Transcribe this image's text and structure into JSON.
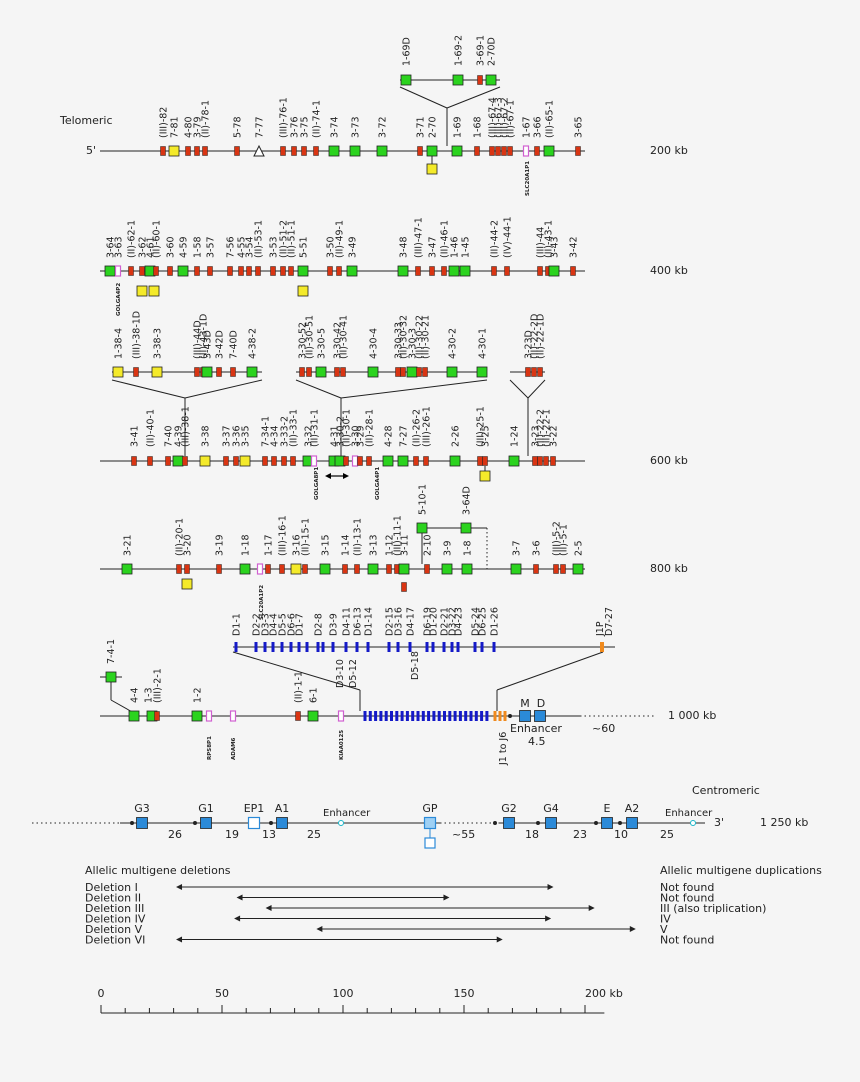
{
  "labels": {
    "telomeric": "Telomeric",
    "centromeric": "Centromeric",
    "five_prime": "5'",
    "three_prime": "3'",
    "tilde_60": "~60",
    "tilde_55": "~55",
    "enhancer": "Enhancer",
    "enhancer_value": "4.5",
    "j1_to_j6": "J1 to J6",
    "d5_18": "D5-18"
  },
  "kb_labels": [
    "200 kb",
    "400 kb",
    "600 kb",
    "800 kb",
    "1 000 kb",
    "1 250 kb"
  ],
  "row1": {
    "v_genes": [
      "(III)-82",
      "7-81",
      "4-80",
      "3-79",
      "(II)-78-1",
      "5-78",
      "7-77",
      "(III)-76-1",
      "3-76",
      "3-75",
      "(II)-74-1",
      "3-74",
      "3-73",
      "3-72",
      "3-71",
      "2-70",
      "1-69",
      "1-68",
      "(III)-67-4",
      "(III)-67-3",
      "(III)-67-2",
      "(II)-67-1",
      "1-67",
      "3-66",
      "(II)-65-1",
      "3-65"
    ],
    "insert": [
      "1-69D",
      "1-69-2",
      "3-69-1",
      "2-70D"
    ],
    "pseudo_label": "SLC20A1P1"
  },
  "row2": {
    "v_genes": [
      "3-64",
      "3-63",
      "(II)-62-1",
      "3-62",
      "4-61",
      "(II)-60-1",
      "3-60",
      "4-59",
      "1-58",
      "3-57",
      "7-56",
      "4-55",
      "3-54",
      "(II)-53-1",
      "3-53",
      "(II)-51-2",
      "(II)-51-1",
      "5-51",
      "3-50",
      "(II)-49-1",
      "3-49",
      "3-48",
      "(III)-47-1",
      "3-47",
      "(II)-46-1",
      "1-46",
      "1-45",
      "(II)-44-2",
      "(IV)-44-1",
      "(III)-44",
      "(II)-43-1",
      "3-43",
      "3-42"
    ],
    "pseudo_label": "GOLGA4P2"
  },
  "row3": {
    "v_genes": [
      "3-41",
      "(II)-40-1",
      "7-40",
      "4-39",
      "(III)-38-1",
      "3-38",
      "3-37",
      "3-36",
      "3-35",
      "7-34-1",
      "4-34",
      "3-33-2",
      "(II)-33-1",
      "3-32",
      "(II)-31-1",
      "4-31",
      "3-30-2",
      "(II)-30-1",
      "3-30",
      "3-29",
      "(II)-28-1",
      "4-28",
      "7-27",
      "(II)-26-2",
      "(III)-26-1",
      "2-26",
      "(III)-25-1",
      "3-25",
      "1-24",
      "3-23",
      "(II)-22-2",
      "(II)-22-1",
      "3-22"
    ],
    "insert_a": [
      "1-38-4",
      "(III)-38-1D",
      "3-38-3",
      "(III)-44D",
      "(II)-43-1D",
      "3-43D",
      "3-42D",
      "7-40D",
      "4-38-2"
    ],
    "insert_b": [
      "3-30-52",
      "(II)-30-51",
      "3-30-5",
      "3-30-42",
      "(II)-30-41",
      "4-30-4",
      "3-30-33",
      "(II)-30-32",
      "3-30-3",
      "(II)-30-22",
      "(II)-30-21",
      "4-30-2",
      "4-30-1"
    ],
    "insert_c": [
      "3-23D",
      "(II)-22-2D",
      "(II)-22-1D"
    ],
    "pseudo_labels": [
      "GOLGA8P1",
      "GOLGA4P1"
    ]
  },
  "row4": {
    "v_genes": [
      "3-21",
      "(II)-20-1",
      "3-20",
      "3-19",
      "1-18",
      "1-17",
      "(III)-16-1",
      "3-16",
      "(II)-15-1",
      "3-15",
      "1-14",
      "(II)-13-1",
      "3-13",
      "1-12",
      "(III)-11-1",
      "3-11",
      "2-10",
      "3-9",
      "1-8",
      "3-7",
      "3-6",
      "(III)-5-2",
      "(II)-5-1",
      "2-5"
    ],
    "insert": [
      "5-10-1",
      "3-64D"
    ],
    "pseudo_label": "SLC20A1P2"
  },
  "row5": {
    "d_genes": [
      "D1-1",
      "D2-2",
      "D3-3",
      "D4-4",
      "D5-5",
      "D6-6",
      "D1-7",
      "D2-8",
      "D3-9",
      "D4-11",
      "D6-13",
      "D1-14",
      "D2-15",
      "D3-16",
      "D4-17",
      "D6-19",
      "D1-20",
      "D2-21",
      "D3-22",
      "D4-23",
      "D5-24",
      "D6-25",
      "D1-26"
    ],
    "d_lower": [
      "D3-10",
      "D5-12"
    ],
    "d_end": [
      "J1P",
      "D7-27"
    ],
    "v_genes": [
      "7-4-1",
      "4-4",
      "1-3",
      "(III)-2-1",
      "1-2",
      "(II)-1-1",
      "6-1"
    ],
    "pseudo_labels": [
      "RPS8P1",
      "ADAM6",
      "KIAA0125"
    ],
    "constant": [
      "M",
      "D"
    ]
  },
  "row6": {
    "genes": [
      "G3",
      "G1",
      "EP1",
      "A1",
      "GP",
      "G2",
      "G4",
      "E",
      "A2"
    ],
    "distances": [
      "26",
      "19",
      "13",
      "25",
      "18",
      "23",
      "10",
      "25"
    ]
  },
  "deletions": {
    "title": "Allelic multigene deletions",
    "dup_title": "Allelic multigene duplications",
    "items": [
      {
        "name": "Deletion I",
        "dup": "Not found",
        "start": 31,
        "end": 187
      },
      {
        "name": "Deletion II",
        "dup": "Not found",
        "start": 56,
        "end": 144
      },
      {
        "name": "Deletion III",
        "dup": "III (also triplication)",
        "start": 68,
        "end": 204
      },
      {
        "name": "Deletion IV",
        "dup": "IV",
        "start": 55,
        "end": 186
      },
      {
        "name": "Deletion V",
        "dup": "V",
        "start": 89,
        "end": 221
      },
      {
        "name": "Deletion VI",
        "dup": "Not found",
        "start": 31,
        "end": 166
      }
    ]
  },
  "scale": {
    "ticks": [
      "0",
      "50",
      "100",
      "150",
      "200 kb"
    ]
  },
  "colors": {
    "functional": "#2bd31e",
    "orf": "#f4ea2a",
    "pseudogene": "#d93412",
    "d_gene": "#1419c7",
    "constant": "#2b8ad8",
    "non_ig": "#d060d0",
    "orange": "#f08a1e"
  }
}
